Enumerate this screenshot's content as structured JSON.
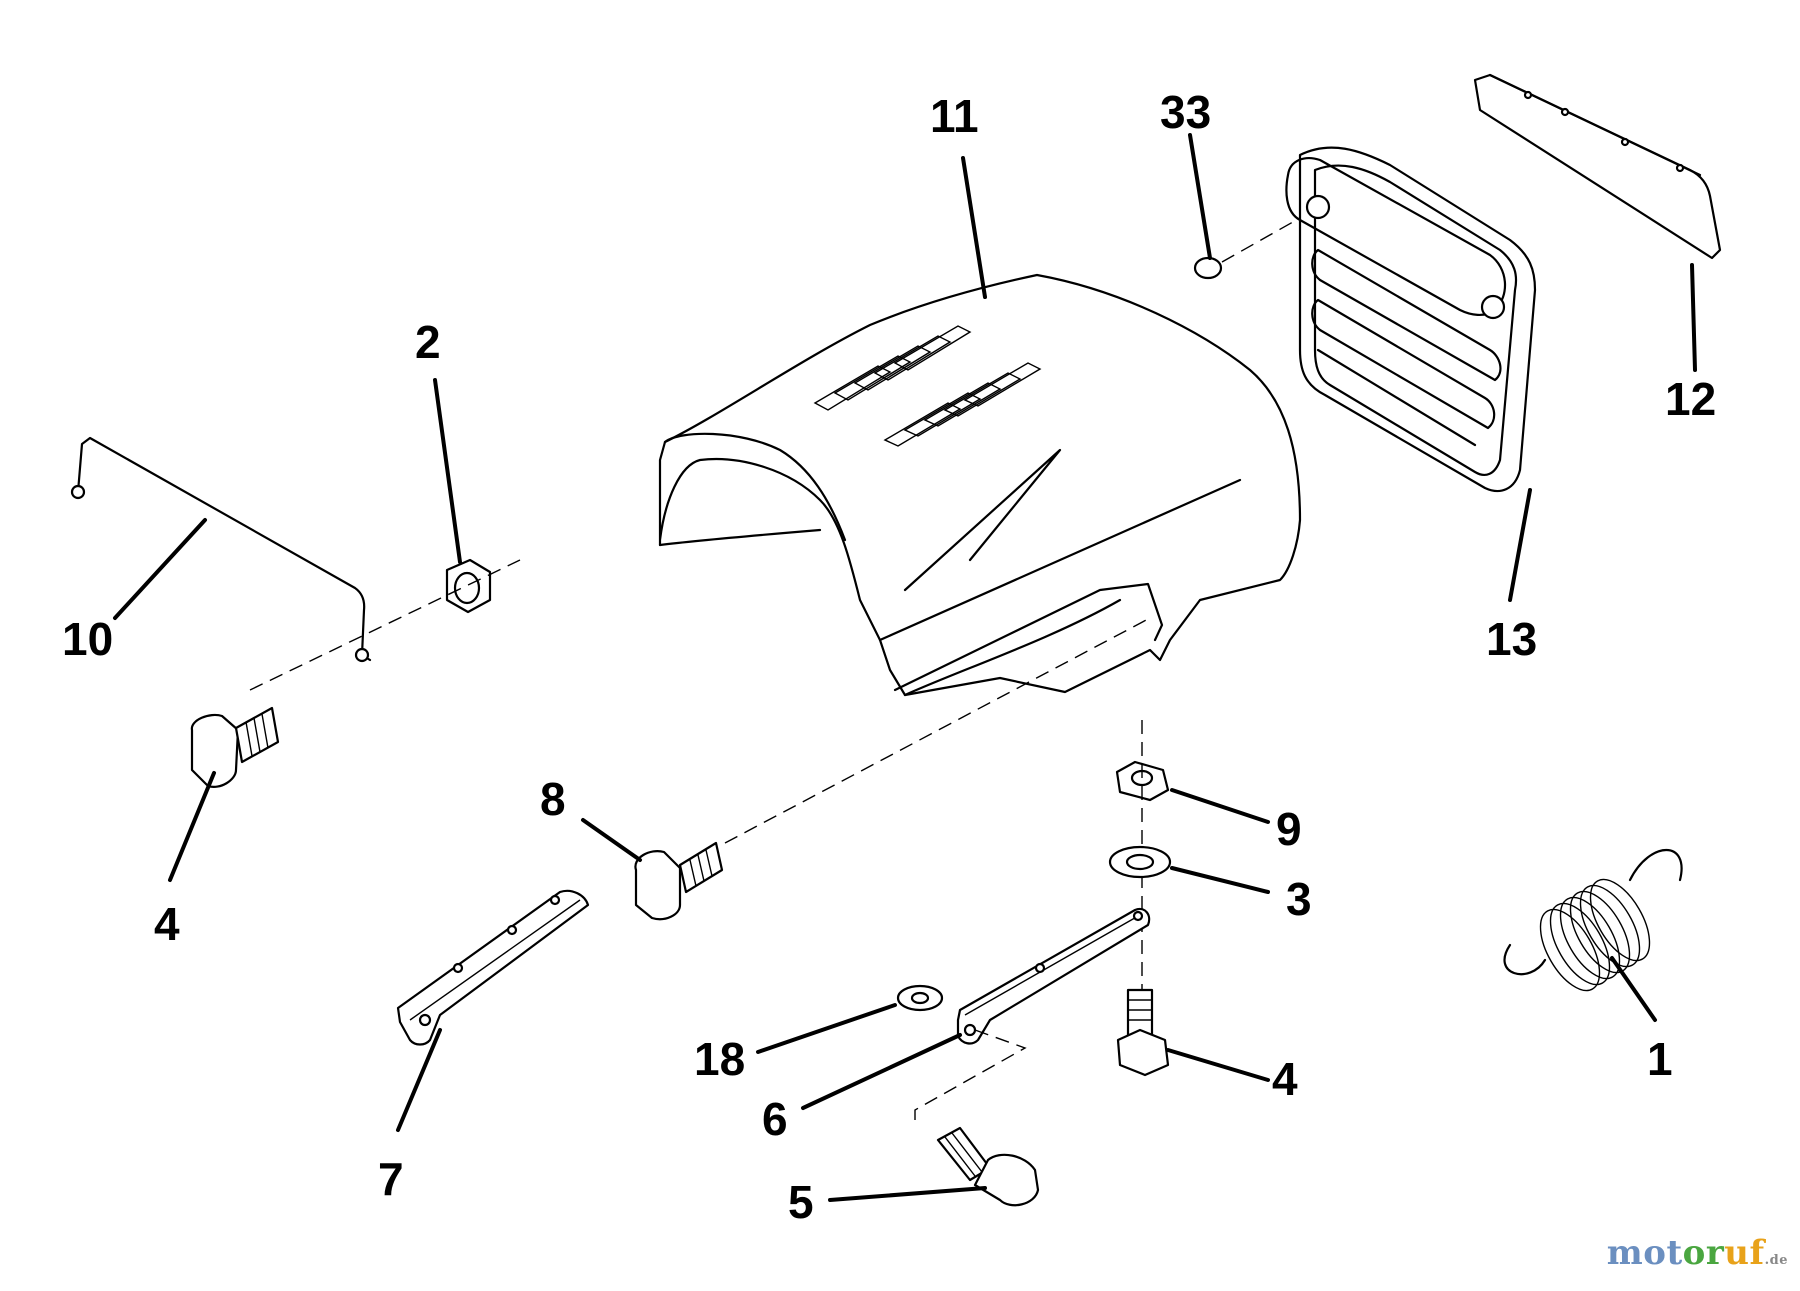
{
  "diagram": {
    "callouts": [
      "11",
      "33",
      "12",
      "13",
      "2",
      "10",
      "4",
      "8",
      "9",
      "3",
      "1",
      "18",
      "6",
      "4",
      "7",
      "5"
    ]
  },
  "watermark": {
    "part1": "mot",
    "part2": "or",
    "part3": "uf",
    "part4": ".de"
  }
}
